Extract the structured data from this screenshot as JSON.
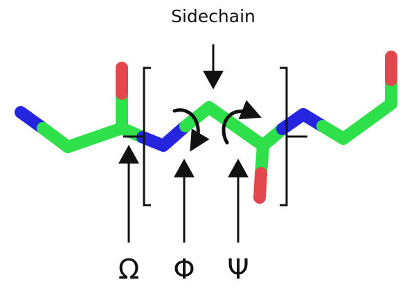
{
  "labels": {
    "sidechain": "Sidechain",
    "omega": "Ω",
    "phi": "Φ",
    "psi": "Ψ"
  },
  "colors": {
    "carbon": "#2EE04A",
    "nitrogen": "#2525E0",
    "oxygen": "#E3474E",
    "ink": "#111111"
  }
}
